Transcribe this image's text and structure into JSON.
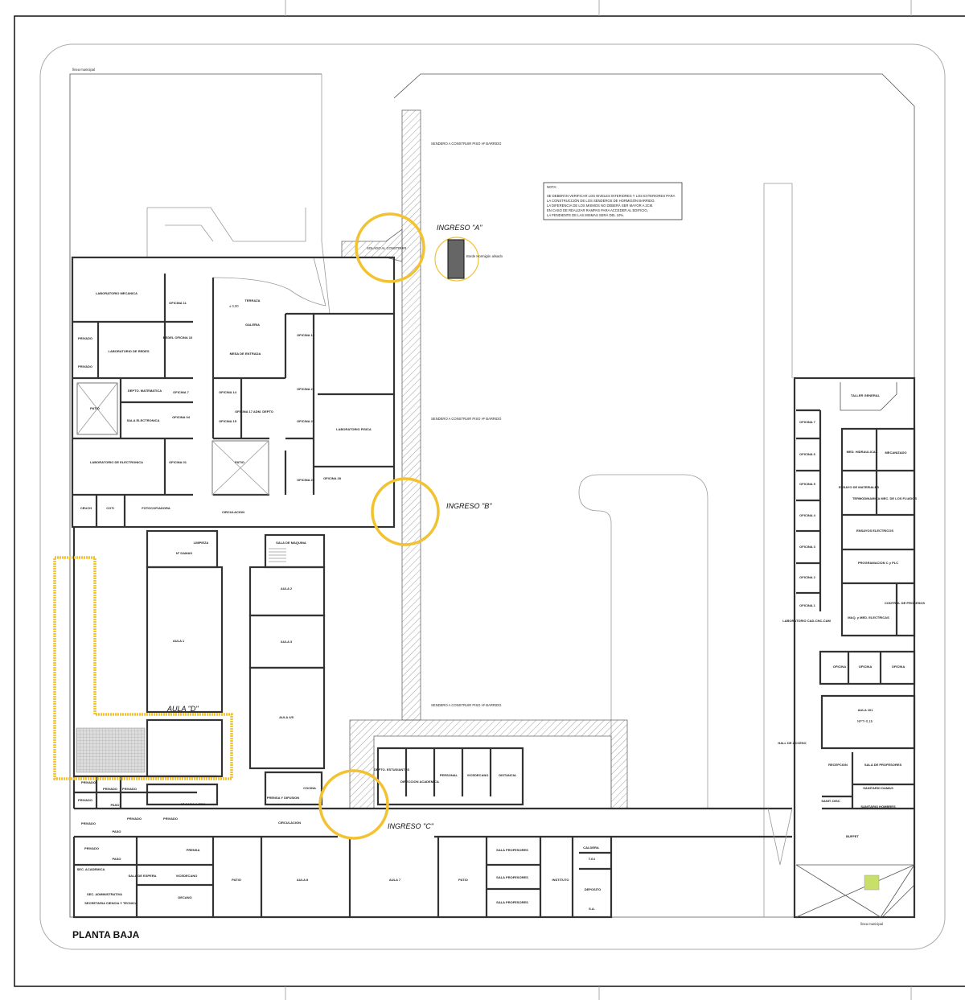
{
  "title": "PLANTA BAJA",
  "note": {
    "heading": "NOTA:",
    "lines": [
      "SE DEBERÁN VERIFICAR LOS NIVELES INTERIORES Y LOS EXTERIORES PARA",
      "LA CONSTRUCCIÓN DE LOS SENDEROS DE HORMIGÓN BARRIDO.",
      "LA DIFERENCIA DE LOS MISMOS NO DEBERÁ SER MAYOR A 2CM.",
      "EN CASO DE REALIZAR RAMPAS PARA ACCEDER AL EDIFICIO,",
      "LA PENDIENTE DE LAS MISMAS SERÁ DEL 10%."
    ]
  },
  "entrances": {
    "a": "INGRESO \"A\"",
    "b": "INGRESO \"B\"",
    "c": "INGRESO \"C\"",
    "d": "AULA \"D\""
  },
  "annotations": {
    "municipal_line": "línea municipal",
    "path_to_build": "SENDERO A CONSTRUIR PISO Hº BARRIDO",
    "paving": "SOLADO AL CONSTRUIR",
    "concrete_step": "Borde Hormigón alisado",
    "level": "± 0,00",
    "level_ref": "NPT+0,15"
  },
  "colors": {
    "highlight": "#f2c230",
    "lines": "#333333",
    "hatch": "#888888",
    "grass": "#c8e06a"
  },
  "rooms": [
    "LABORATORIO MECANICA",
    "OFICINA 11",
    "PRIVADO",
    "LABORATORIO DE REDES",
    "BEDEL OFICINA 10",
    "PRIVADO",
    "PATIO",
    "DEPTO. MATEMATICA",
    "OFICINA 7",
    "SALA ELECTRONICA",
    "OFICINA 04",
    "LABORATORIO DE ELECTRONICA",
    "OFICINA 01",
    "CEUCH",
    "COTI",
    "FOTOCOPIADORA",
    "CIRCULACION",
    "TERRAZA",
    "GALERIA",
    "MESA DE ENTRADA",
    "OFICINA 14",
    "OFICINA 17 ADM. DEPTO",
    "OFICINA 15",
    "PATIO",
    "OFICINA 18",
    "OFICINA 21",
    "OFICINA 22",
    "OFICINA 25",
    "OFICINA 28",
    "LABORATORIO FISICA",
    "SALA DE MAQUINA",
    "Nº DAMAS",
    "LIMPIEZA",
    "AULA 1",
    "AULA 2",
    "AULA 3",
    "AULA 4/5",
    "Nº CABALLERO",
    "PRENSA Y DIFUSION",
    "COCINA",
    "CIRCULACION",
    "DEPTO. ESTUDIANTES",
    "DIRECCION ACADEMICA",
    "PERSONAL",
    "VICEDECANO",
    "DISTANCIA",
    "PATIO",
    "AULA 8",
    "AULA 7",
    "PATIO",
    "SALA PROFESORES",
    "SALA PROFESORES",
    "SALA PROFESORES",
    "INSTITUTO",
    "CALDERA",
    "T.G.I",
    "DEPOSITO",
    "S.A.",
    "PRIVADO",
    "PRIVADO",
    "PRIVADO",
    "PRIVADO",
    "PASO",
    "PRIVADO",
    "PRIVADO",
    "PRIVADO",
    "PASO",
    "PRIVADO",
    "PRENSA",
    "PASO",
    "SEC. ACADEMICA",
    "SALA DE ESPERA",
    "VICEDECANO",
    "SEC. ADMINISTRATIVA",
    "SECRETARIA CIENCIA Y TECNICA",
    "DECANO",
    "TALLER GENERAL",
    "OFICINA 7",
    "OFICINA 6",
    "OFICINA 5",
    "OFICINA 4",
    "OFICINA 3",
    "OFICINA 2",
    "OFICINA 1",
    "LABORATORIO CAD-CNC-CAM",
    "MED. HIDRAULICAS",
    "MECANIZADO",
    "ENSAYO DE MATERIALES",
    "TERMODINAMICA MEC. DE LOS FLUIDOS",
    "ENSAYOS ELECTRICOS",
    "PROGRAMACION C y PLC",
    "MAQ. y MED. ELECTRICAS",
    "CONTROL DE PROCESOS",
    "OFICINA",
    "OFICINA",
    "OFICINA",
    "AULA 101",
    "HALL DE ACCESO",
    "RECEPCION",
    "SALA DE PROFESORES",
    "SANITARIO DAMAS",
    "SANIT. DISC",
    "SANITARIO HOMBRES",
    "BUFFET"
  ]
}
